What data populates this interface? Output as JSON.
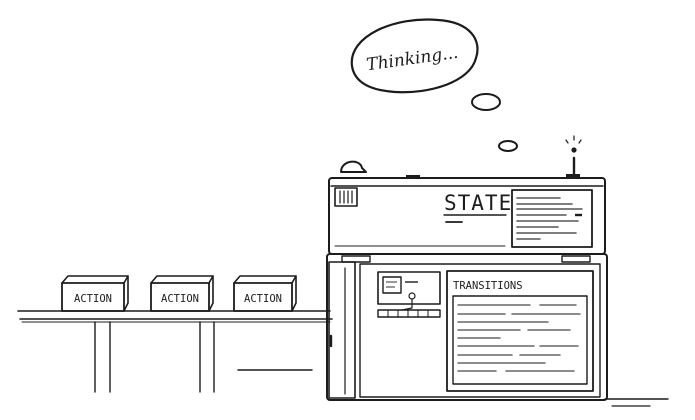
{
  "thought": {
    "text": "Thinking..."
  },
  "actions": [
    {
      "label": "ACTION"
    },
    {
      "label": "ACTION"
    },
    {
      "label": "ACTION"
    }
  ],
  "machine": {
    "state_label": "STATE",
    "transitions_label": "TRANSITIONS"
  },
  "colors": {
    "ink": "#1c1c1c",
    "panel": "#f2f2f2",
    "shade": "#dcdcdc",
    "paper": "#ffffff"
  }
}
